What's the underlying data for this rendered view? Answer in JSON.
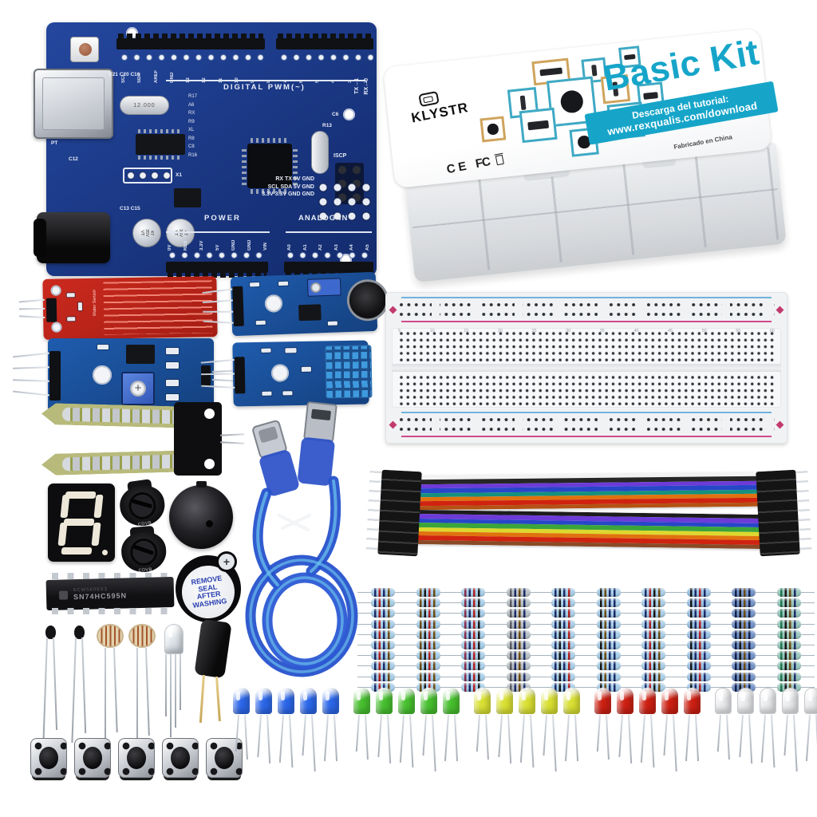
{
  "box": {
    "brand": "KLYSTR",
    "title": "Basic Kit",
    "banner_line1": "Descarga del tutorial:",
    "banner_line2": "www.rexqualis.com/download",
    "origin": "Fabricado en China",
    "cert_ce": "CE",
    "cert_fcc": "FC",
    "accent": "#16a5c9"
  },
  "board": {
    "digital_label": "DIGITAL PWM(~)",
    "tx_label": "TX→1",
    "rx_label": "RX←0",
    "power_label": "POWER",
    "analog_label": "ANALOG IN",
    "icsp_label": "ISCP",
    "crystal_text": "12.000",
    "cap_text": "47\n35V\nVT",
    "pinout_right": [
      "RX  TX  5V  GND",
      "SCL SDA 5V GND",
      "3.3V 3.3V GND GND"
    ],
    "digital_pins": [
      "SCL",
      "SDA",
      "AREF",
      "GND",
      "13",
      "12",
      "11",
      "10",
      "9",
      "8",
      "7",
      "6",
      "5",
      "4",
      "3",
      "2"
    ],
    "power_pins": [
      "0V",
      "RES",
      "3.3V",
      "5V",
      "GND",
      "GND",
      "VIN"
    ],
    "analog_pins": [
      "A0",
      "A1",
      "A2",
      "A3",
      "A4",
      "A5"
    ],
    "refs": {
      "caps_top": "C21 C20 C16",
      "col": "R17\nA6\nRX\nR9\nXL\nR8\nC8\nR16",
      "r13": "R13",
      "c6": "C6",
      "x1": "X1",
      "pt": "PT",
      "c1315": "C13   C15",
      "c12": "C12"
    }
  },
  "modules": {
    "water_sensor_label": "Water Sensor",
    "trimpot_label": "CDVB"
  },
  "ic": {
    "line1": "6CW560E63",
    "line2": "SN74HC595N"
  },
  "buzzer": {
    "plus": "+",
    "seal": [
      "REMOVE",
      "SEAL",
      "AFTER",
      "WASHING"
    ],
    "seal_color": "#2a3fb0"
  },
  "breadboard": {
    "numbers": [
      "5",
      "10",
      "15",
      "20",
      "25",
      "30",
      "35",
      "40",
      "45",
      "50",
      "55",
      "60"
    ]
  },
  "jumper_wires": {
    "top_colors": [
      "#f2f2f2",
      "#262626",
      "#6d3bd8",
      "#2746c8",
      "#15917e",
      "#e0720f",
      "#cf2310",
      "#b35214"
    ],
    "bottom_colors": [
      "#1c1c1c",
      "#6d3bd8",
      "#2746c8",
      "#3aa53a",
      "#ddd82e",
      "#e0720f",
      "#cf2310",
      "#8a4a26"
    ]
  },
  "resistors": {
    "rows": 10,
    "cols": 10,
    "columns": [
      {
        "body": "#a9cfe9",
        "bands": [
          "#1c2a66",
          "#b02020",
          "#1c2a66",
          "#6e4a10"
        ]
      },
      {
        "body": "#a9cfe9",
        "bands": [
          "#6e4a10",
          "#151515",
          "#b02020",
          "#6e4a10"
        ]
      },
      {
        "body": "#a9cfe9",
        "bands": [
          "#8a2a4a",
          "#1c2a66",
          "#b02020",
          "#151515"
        ]
      },
      {
        "body": "#b9c2c8",
        "bands": [
          "#5a5a5e",
          "#1c2a66",
          "#6e4a10",
          "#1c2a66"
        ]
      },
      {
        "body": "#a9cfe9",
        "bands": [
          "#1c2a66",
          "#151515",
          "#1c2a66",
          "#b02020"
        ]
      },
      {
        "body": "#a9cfe9",
        "bands": [
          "#151515",
          "#6e4a10",
          "#1c2a66",
          "#1c2a66"
        ]
      },
      {
        "body": "#a9cfe9",
        "bands": [
          "#1c2a66",
          "#b02020",
          "#151515",
          "#6e4a10"
        ]
      },
      {
        "body": "#9cc2e4",
        "bands": [
          "#151515",
          "#1c2a66",
          "#b02020",
          "#1c2a66"
        ]
      },
      {
        "body": "#7795c8",
        "bands": [
          "#10204c",
          "#151515",
          "#6e4a10",
          "#10204c"
        ]
      },
      {
        "body": "#9cc8c0",
        "bands": [
          "#1e7a50",
          "#151515",
          "#6e4a10",
          "#1c2a66"
        ]
      }
    ]
  },
  "leds": {
    "per_group": 5,
    "groups": [
      {
        "name": "blue",
        "hex": "#2b66e8"
      },
      {
        "name": "green",
        "hex": "#46bf2e"
      },
      {
        "name": "yellow",
        "hex": "#d9e032"
      },
      {
        "name": "red",
        "hex": "#cc1f12"
      },
      {
        "name": "white",
        "hex": "#e9eaec"
      }
    ]
  },
  "buttons": {
    "count": 5
  }
}
